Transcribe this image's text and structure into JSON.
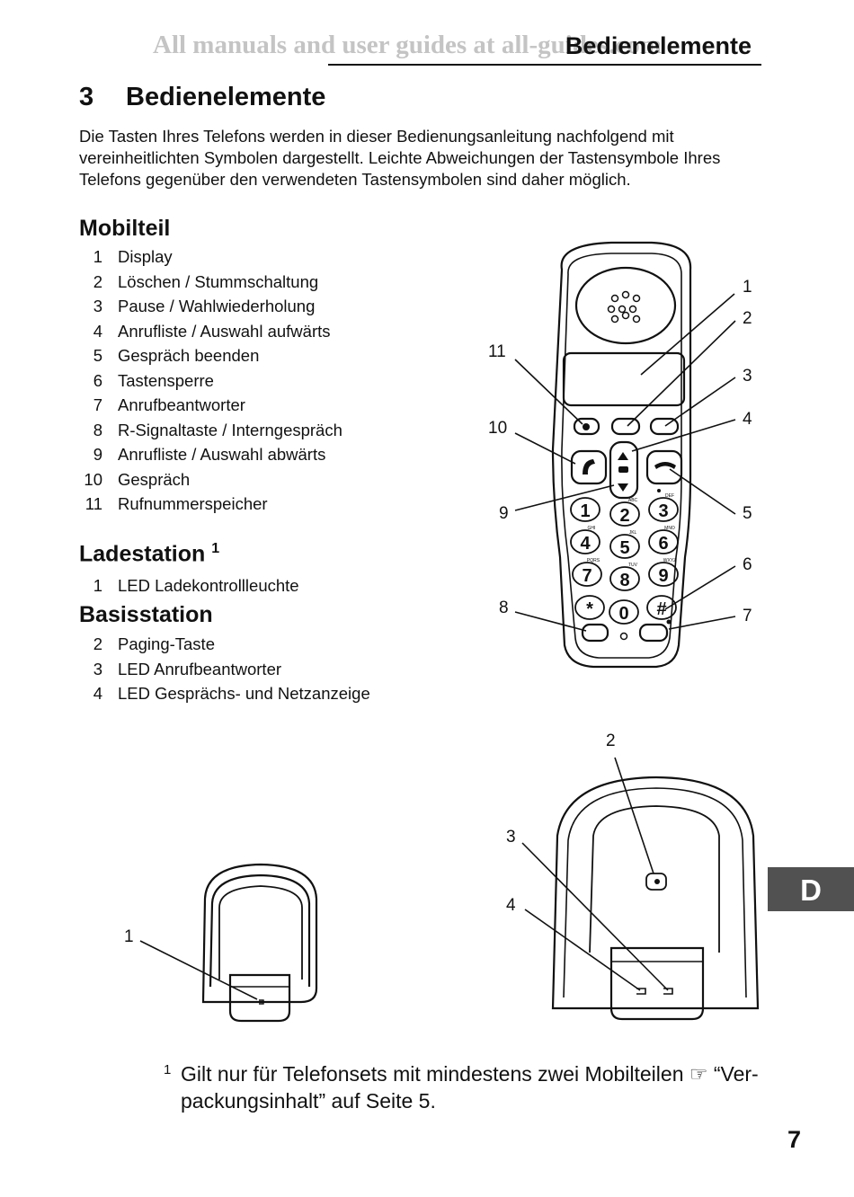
{
  "header": {
    "watermark": "All manuals and user guides at all-guides.com",
    "running_title": "Bedienelemente"
  },
  "chapter": {
    "number": "3",
    "title": "Bedienelemente"
  },
  "intro": "Die Tasten Ihres Telefons werden in dieser Bedienungsanleitung nachfolgend mit vereinheitlichten Symbolen dargestellt. Leichte Abweichungen der Tastensymbole Ihres Telefons gegenüber den verwendeten Tastensymbolen sind daher möglich.",
  "mobilteil": {
    "heading": "Mobilteil",
    "items": [
      {
        "n": "1",
        "label": "Display"
      },
      {
        "n": "2",
        "label": "Löschen / Stummschaltung"
      },
      {
        "n": "3",
        "label": "Pause / Wahlwiederholung"
      },
      {
        "n": "4",
        "label": "Anrufliste / Auswahl aufwärts"
      },
      {
        "n": "5",
        "label": "Gespräch beenden"
      },
      {
        "n": "6",
        "label": "Tastensperre"
      },
      {
        "n": "7",
        "label": "Anrufbeantworter"
      },
      {
        "n": "8",
        "label": "R-Signaltaste / Interngespräch"
      },
      {
        "n": "9",
        "label": "Anrufliste / Auswahl abwärts"
      },
      {
        "n": "10",
        "label": "Gespräch"
      },
      {
        "n": "11",
        "label": "Rufnummerspeicher"
      }
    ]
  },
  "ladestation": {
    "heading": "Ladestation",
    "footnote_mark": "1",
    "items": [
      {
        "n": "1",
        "label": "LED Ladekontrollleuchte"
      }
    ]
  },
  "basisstation": {
    "heading": "Basisstation",
    "items": [
      {
        "n": "2",
        "label": "Paging-Taste"
      },
      {
        "n": "3",
        "label": "LED Anrufbeantworter"
      },
      {
        "n": "4",
        "label": "LED Gesprächs- und Netzanzeige"
      }
    ]
  },
  "figure_callouts": {
    "handset": [
      "1",
      "2",
      "3",
      "4",
      "5",
      "6",
      "7",
      "8",
      "9",
      "10",
      "11"
    ],
    "charger": [
      "1"
    ],
    "base": [
      "2",
      "3",
      "4"
    ]
  },
  "keypad": {
    "digits": [
      "1",
      "2",
      "3",
      "4",
      "5",
      "6",
      "7",
      "8",
      "9",
      "*",
      "0",
      "#"
    ],
    "letters": [
      "ABC",
      "DEF",
      "GHI",
      "JKL",
      "MNO",
      "PQRS",
      "TUV",
      "WXYZ"
    ]
  },
  "language_tab": "D",
  "footnote": {
    "mark": "1",
    "text": "Gilt nur für Telefonsets mit mindestens zwei Mobilteilen ☞ “Ver-packungsinhalt” auf Seite 5."
  },
  "page_number": "7"
}
